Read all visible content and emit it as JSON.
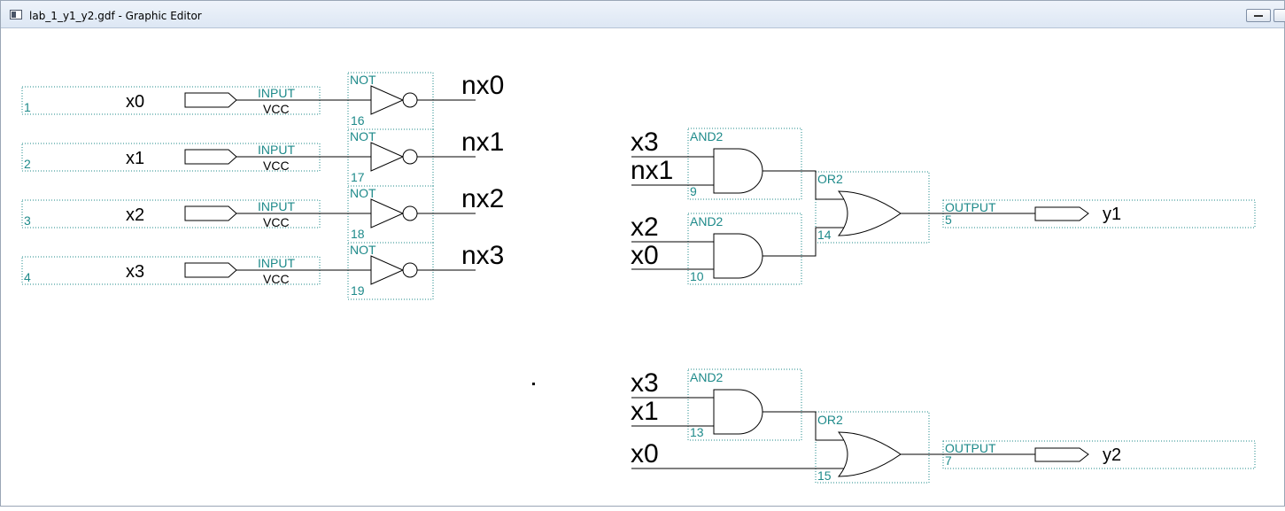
{
  "window": {
    "title": "lab_1_y1_y2.gdf - Graphic Editor",
    "icon": "graphic-editor-icon"
  },
  "colors": {
    "symbol_label": "#1e8a8a",
    "wire": "#000000",
    "frame": "#1e8a8a"
  },
  "inputs": [
    {
      "number": "1",
      "name": "x0",
      "type": "INPUT",
      "default": "VCC"
    },
    {
      "number": "2",
      "name": "x1",
      "type": "INPUT",
      "default": "VCC"
    },
    {
      "number": "3",
      "name": "x2",
      "type": "INPUT",
      "default": "VCC"
    },
    {
      "number": "4",
      "name": "x3",
      "type": "INPUT",
      "default": "VCC"
    }
  ],
  "not_gates": [
    {
      "number": "16",
      "type": "NOT",
      "output_net": "nx0"
    },
    {
      "number": "17",
      "type": "NOT",
      "output_net": "nx1"
    },
    {
      "number": "18",
      "type": "NOT",
      "output_net": "nx2"
    },
    {
      "number": "19",
      "type": "NOT",
      "output_net": "nx3"
    }
  ],
  "and_gates": [
    {
      "number": "9",
      "type": "AND2",
      "in_a": "x3",
      "in_b": "nx1"
    },
    {
      "number": "10",
      "type": "AND2",
      "in_a": "x2",
      "in_b": "x0"
    },
    {
      "number": "13",
      "type": "AND2",
      "in_a": "x3",
      "in_b": "x1"
    }
  ],
  "or_gates": [
    {
      "number": "14",
      "type": "OR2"
    },
    {
      "number": "15",
      "type": "OR2",
      "in_b": "x0"
    }
  ],
  "outputs": [
    {
      "number": "5",
      "type": "OUTPUT",
      "name": "y1"
    },
    {
      "number": "7",
      "type": "OUTPUT",
      "name": "y2"
    }
  ]
}
